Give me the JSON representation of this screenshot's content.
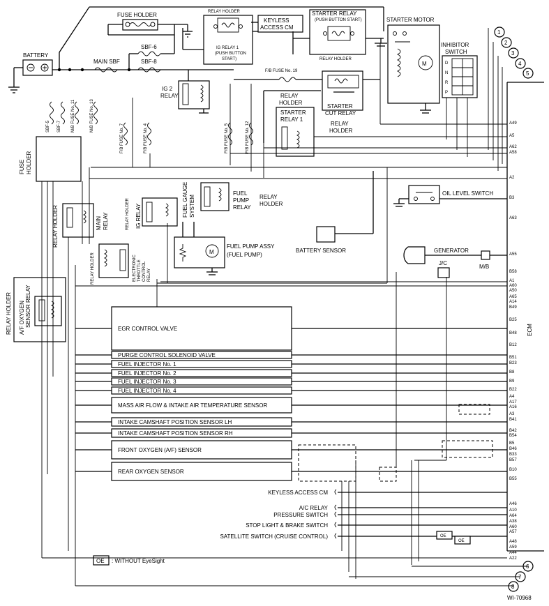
{
  "figure_id": "WI-70968",
  "ecm_label": "ECM",
  "legend": {
    "tag": "OE",
    "text": ": WITHOUT EyeSight"
  },
  "components": {
    "battery": "BATTERY",
    "fuse_holder_top": "FUSE HOLDER",
    "relay_holder_top": "RELAY HOLDER",
    "keyless_access_cm_top": [
      "KEYLESS",
      "ACCESS CM"
    ],
    "starter_relay_top": "STARTER RELAY",
    "starter_relay_top_sub": "(PUSH BUTTON START)",
    "starter_motor": "STARTER MOTOR",
    "ig_relay_1": [
      "IG RELAY 1",
      "(PUSH BUTTON",
      "START)"
    ],
    "relay_holder_mid": "RELAY HOLDER",
    "inhibitor_switch": [
      "INHIBITOR",
      "SWITCH"
    ],
    "inhibitor_positions": [
      "D",
      "N",
      "R",
      "P"
    ],
    "sbf6": "SBF-6",
    "sbf8": "SBF-8",
    "main_sbf": "MAIN SBF",
    "fb_fuse_19": "F/B FUSE No. 19",
    "ig2_relay": [
      "IG 2",
      "RELAY"
    ],
    "relay_holder_starter1": [
      "RELAY",
      "HOLDER"
    ],
    "starter_relay_1": [
      "STARTER",
      "RELAY 1"
    ],
    "starter_cut_relay": [
      "STARTER",
      "CUT RELAY"
    ],
    "relay_holder_cut": [
      "RELAY",
      "HOLDER"
    ],
    "vertical_fuses": [
      "SBF-5",
      "SBF-7",
      "M/B FUSE No. 11",
      "M/B FUSE No. 13",
      "F/B FUSE No. 7",
      "F/B FUSE No. 4",
      "F/B FUSE No. 5",
      "F/B FUSE No. 12"
    ],
    "fuse_holder_left": [
      "FUSE",
      "HOLDER"
    ],
    "fuel_pump_relay": [
      "FUEL",
      "PUMP",
      "RELAY"
    ],
    "relay_holder_fp": [
      "RELAY",
      "HOLDER"
    ],
    "oil_level_switch": "OIL LEVEL SWITCH",
    "relay_holder_main": "RELAY HOLDER",
    "main_relay": [
      "MAIN",
      "RELAY"
    ],
    "relay_holder_ig": "RELAY HOLDER",
    "ig_relay": "IG RELAY",
    "fuel_gauge_system": [
      "FUEL GAUGE",
      "SYSTEM"
    ],
    "battery_sensor": "BATTERY SENSOR",
    "generator": "GENERATOR",
    "fuel_pump_assy": [
      "FUEL PUMP ASSY",
      "(FUEL PUMP)"
    ],
    "jc": "J/C",
    "mb": "M/B",
    "relay_holder_etc": "RELAY HOLDER",
    "etc_relay": [
      "ELECTRONIC",
      "THROTTLE",
      "CONTROL",
      "RELAY"
    ],
    "relay_holder_af": [
      "RELAY HOLDER",
      "A/F OXYGEN",
      "SENSOR RELAY"
    ],
    "sensors": [
      "EGR CONTROL VALVE",
      "PURGE CONTROL SOLENOID VALVE",
      "FUEL INJECTOR No. 1",
      "FUEL INJECTOR No. 2",
      "FUEL INJECTOR No. 3",
      "FUEL INJECTOR No. 4",
      "MASS AIR FLOW & INTAKE AIR TEMPERATURE SENSOR",
      "INTAKE CAMSHAFT POSITION SENSOR LH",
      "INTAKE CAMSHAFT POSITION SENSOR RH",
      "FRONT OXYGEN (A/F) SENSOR",
      "REAR OXYGEN SENSOR"
    ],
    "outputs": [
      "KEYLESS ACCESS CM",
      "A/C RELAY",
      "PRESSURE SWITCH",
      "STOP LIGHT & BRAKE SWITCH",
      "SATELLITE SWITCH (CRUISE CONTROL)"
    ]
  },
  "connectors": [
    "1",
    "2",
    "3",
    "4",
    "5",
    "6",
    "7",
    "8"
  ],
  "ecm_pins": [
    "A49",
    "A5",
    "A62",
    "A58",
    "A2",
    "B3",
    "A63",
    "A55",
    "B58",
    "A1",
    "A60",
    "A50",
    "A65",
    "A14",
    "B49",
    "B25",
    "B48",
    "B12",
    "B51",
    "B23",
    "B8",
    "B9",
    "B22",
    "A4",
    "A17",
    "A16",
    "A3",
    "B41",
    "B42",
    "B54",
    "B5",
    "B46",
    "B33",
    "B57",
    "B10",
    "B55",
    "A46",
    "A10",
    "A64",
    "A38",
    "A60",
    "A57",
    "A48",
    "A59",
    "A44",
    "A22"
  ]
}
